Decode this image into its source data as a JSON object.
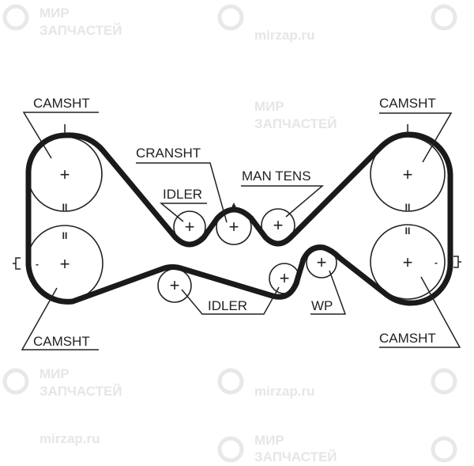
{
  "watermark": {
    "line1": "МИР",
    "line2": "ЗАПЧАСТЕЙ",
    "site": "mirzap.ru"
  },
  "labels": {
    "camshaft_top_left": "CAMSHT",
    "camshaft_bottom_left": "CAMSHT",
    "camshaft_top_right": "CAMSHT",
    "camshaft_bottom_right": "CAMSHT",
    "crankshaft": "CRANSHT",
    "idler_upper": "IDLER",
    "idler_lower": "IDLER",
    "manual_tensioner": "MAN TENS",
    "water_pump": "WP"
  },
  "symbols": {
    "center": "+",
    "mark_single": "|",
    "mark_double": "II",
    "mark_minus": "-"
  }
}
